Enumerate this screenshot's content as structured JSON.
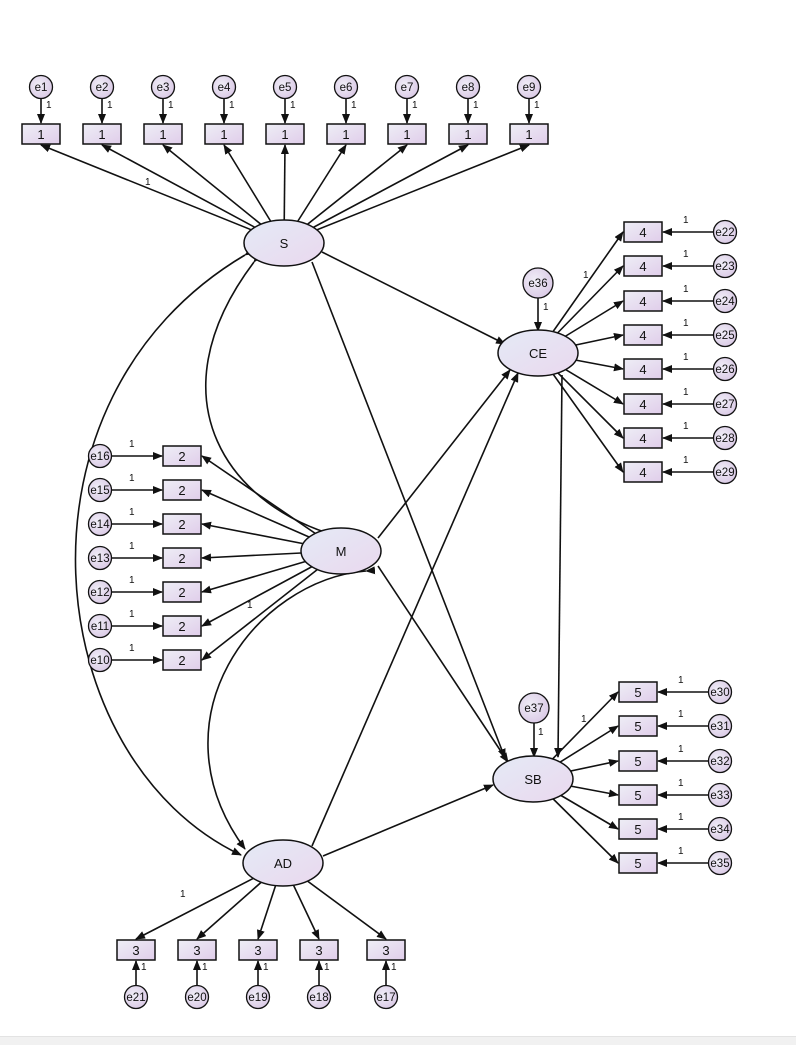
{
  "latents": {
    "S": "S",
    "M": "M",
    "AD": "AD",
    "CE": "CE",
    "SB": "SB"
  },
  "errors": {
    "ce": "e36",
    "sb": "e37"
  },
  "groups": {
    "s": {
      "indicator": "1",
      "errors": [
        "e1",
        "e2",
        "e3",
        "e4",
        "e5",
        "e6",
        "e7",
        "e8",
        "e9"
      ]
    },
    "m": {
      "indicator": "2",
      "errors": [
        "e16",
        "e15",
        "e14",
        "e13",
        "e12",
        "e11",
        "e10"
      ]
    },
    "ad": {
      "indicator": "3",
      "errors": [
        "e21",
        "e20",
        "e19",
        "e18",
        "e17"
      ]
    },
    "ce": {
      "indicator": "4",
      "errors": [
        "e22",
        "e23",
        "e24",
        "e25",
        "e26",
        "e27",
        "e28",
        "e29"
      ]
    },
    "sb": {
      "indicator": "5",
      "errors": [
        "e30",
        "e31",
        "e32",
        "e33",
        "e34",
        "e35"
      ]
    }
  },
  "fixed_weight": "1"
}
